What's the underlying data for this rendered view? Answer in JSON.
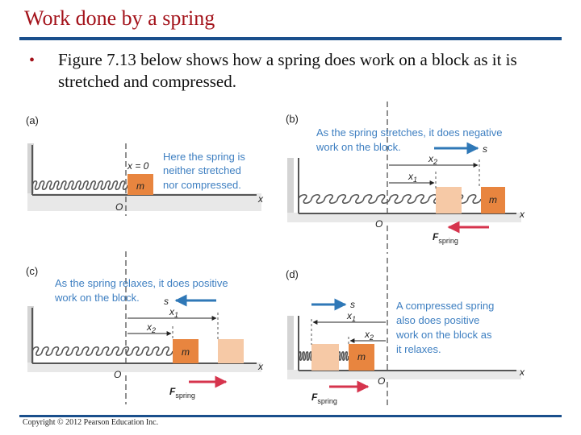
{
  "slide": {
    "title": "Work done by a spring",
    "bullet": "Figure 7.13 below shows how a spring does work on a block as it is stretched and compressed.",
    "copyright": "Copyright © 2012 Pearson Education Inc."
  },
  "figure": {
    "panel_a": {
      "label": "(a)",
      "caption": [
        "Here the spring is",
        "neither stretched",
        "nor compressed."
      ],
      "x_eq": "x = 0",
      "mass": "m",
      "origin": "O",
      "axis": "x"
    },
    "panel_b": {
      "label": "(b)",
      "caption": [
        "As the spring stretches, it does negative",
        "work on the block."
      ],
      "s_label": "s",
      "x2": "x",
      "x2_sub": "2",
      "x1": "x",
      "x1_sub": "1",
      "mass": "m",
      "origin": "O",
      "axis": "x",
      "F_label": "F",
      "F_sub": "spring"
    },
    "panel_c": {
      "label": "(c)",
      "caption": [
        "As the spring relaxes, it does positive",
        "work on the block."
      ],
      "s_label": "s",
      "x1": "x",
      "x1_sub": "1",
      "x2": "x",
      "x2_sub": "2",
      "mass": "m",
      "origin": "O",
      "axis": "x",
      "F_label": "F",
      "F_sub": "spring"
    },
    "panel_d": {
      "label": "(d)",
      "caption": [
        "A compressed spring",
        "also does positive",
        "work on the block as",
        "it relaxes."
      ],
      "s_label": "s",
      "x1": "x",
      "x1_sub": "1",
      "x2": "x",
      "x2_sub": "2",
      "mass": "m",
      "origin": "O",
      "axis": "x",
      "F_label": "F",
      "F_sub": "spring"
    },
    "colors": {
      "caption": "#3e7fc1",
      "arrow_blue": "#2f78b7",
      "arrow_red": "#d6344d",
      "block": "#e8853f",
      "block_ghost": "#f6c9a6",
      "wall": "#b0b0b0"
    }
  }
}
